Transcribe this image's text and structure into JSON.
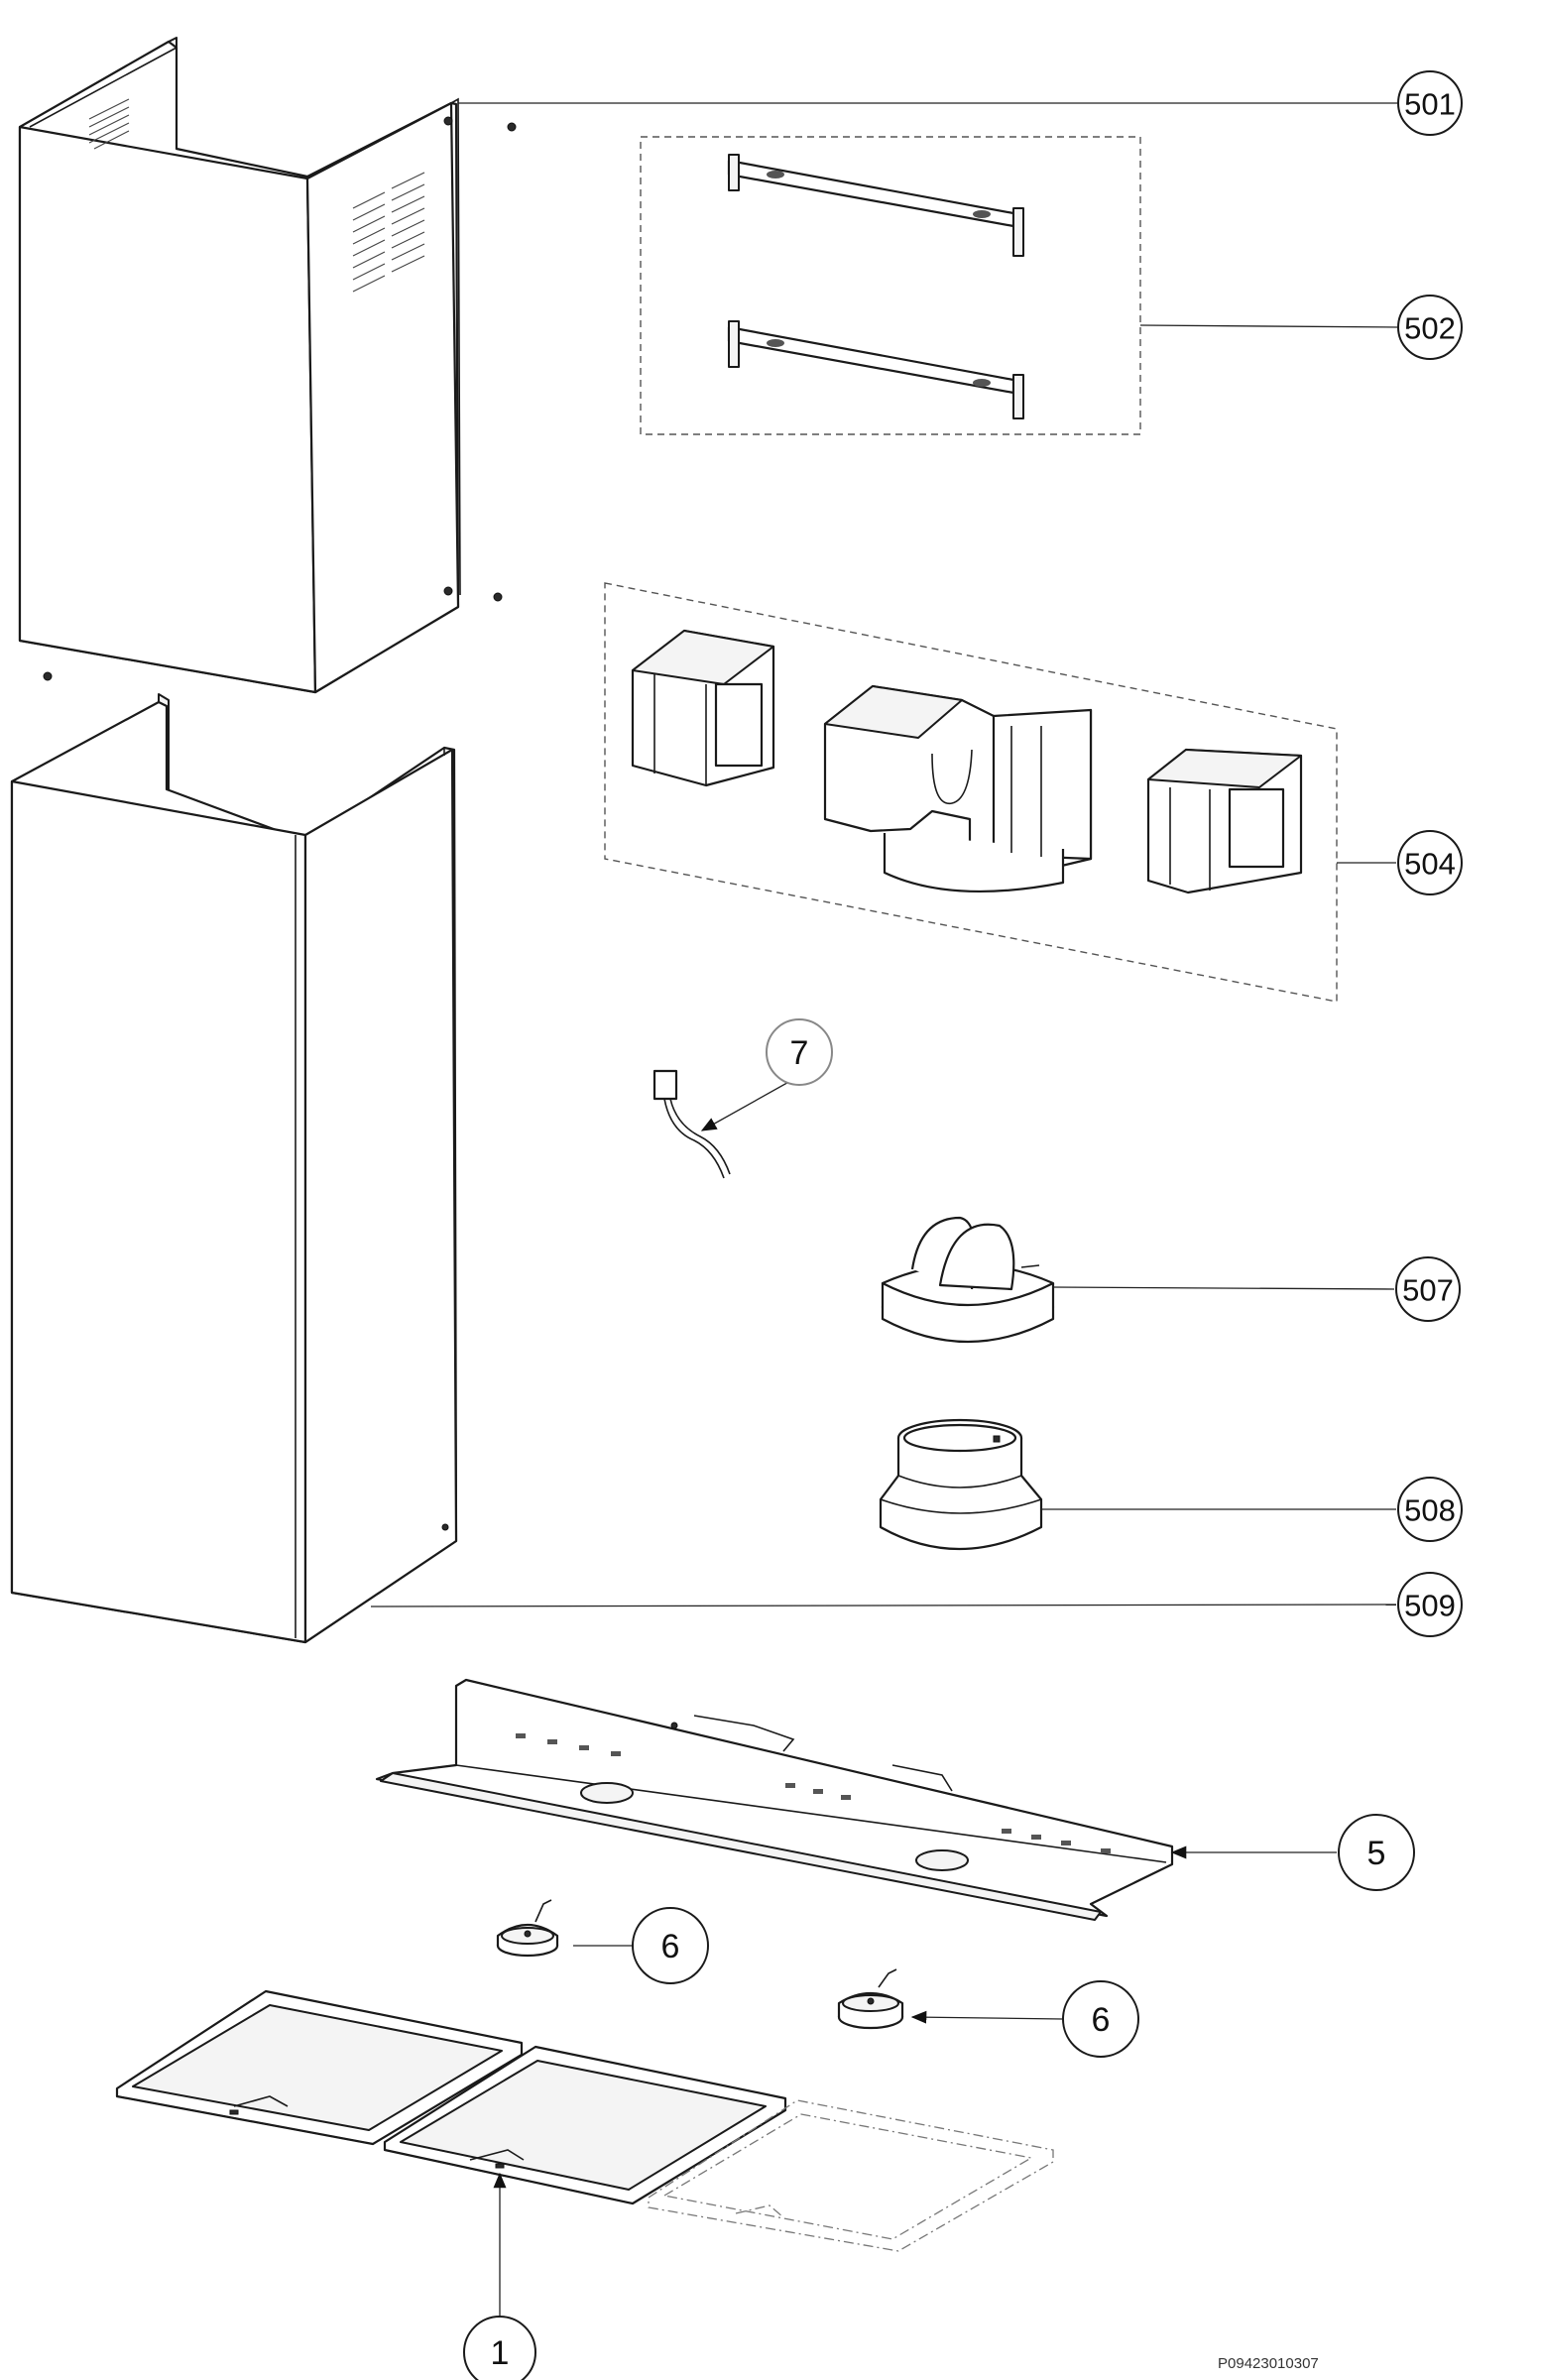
{
  "callouts": {
    "c501": "501",
    "c502": "502",
    "c504": "504",
    "c7": "7",
    "c507": "507",
    "c508": "508",
    "c509": "509",
    "c5": "5",
    "c6a": "6",
    "c6b": "6",
    "c1": "1"
  },
  "reference_code": "P09423010307",
  "colors": {
    "line": "#1a1a1a",
    "background": "#ffffff"
  }
}
